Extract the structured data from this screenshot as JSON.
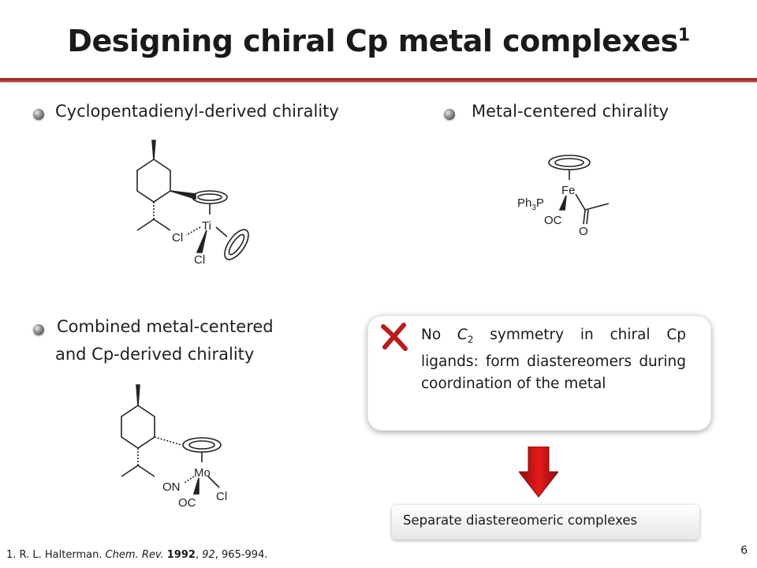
{
  "slide": {
    "title": "Designing chiral Cp metal complexes",
    "title_sup": "1",
    "page_number": "6"
  },
  "bullets": {
    "cp_derived": "Cyclopentadienyl-derived chirality",
    "metal_centered": "Metal-centered chirality",
    "combined_line1": "Combined metal-centered",
    "combined_line2": "and Cp-derived chirality"
  },
  "structures": {
    "ti": {
      "ti": "Ti",
      "cl1": "Cl",
      "cl2": "Cl"
    },
    "fe": {
      "fe": "Fe",
      "pph3": "Ph",
      "pph3_sub": "3",
      "pph3_p": "P",
      "oc": "OC",
      "o": "O"
    },
    "mo": {
      "mo": "Mo",
      "on": "ON",
      "oc": "OC",
      "cl": "Cl"
    }
  },
  "callout": {
    "pre": "No ",
    "c2": "C",
    "c2_sub": "2",
    "post": " symmetry in chiral Cp ligands: form diastereomers during coordination of the metal"
  },
  "result": "Separate diastereomeric complexes",
  "footnote": {
    "authors": "1. R. L. Halterman. ",
    "journal": "Chem. Rev.",
    "year": "1992",
    "volume": "92",
    "pages": ", 965-994."
  },
  "colors": {
    "title_rule": "#9a1b1b",
    "cross": "#b81c1c",
    "arrow": "#d41616"
  }
}
